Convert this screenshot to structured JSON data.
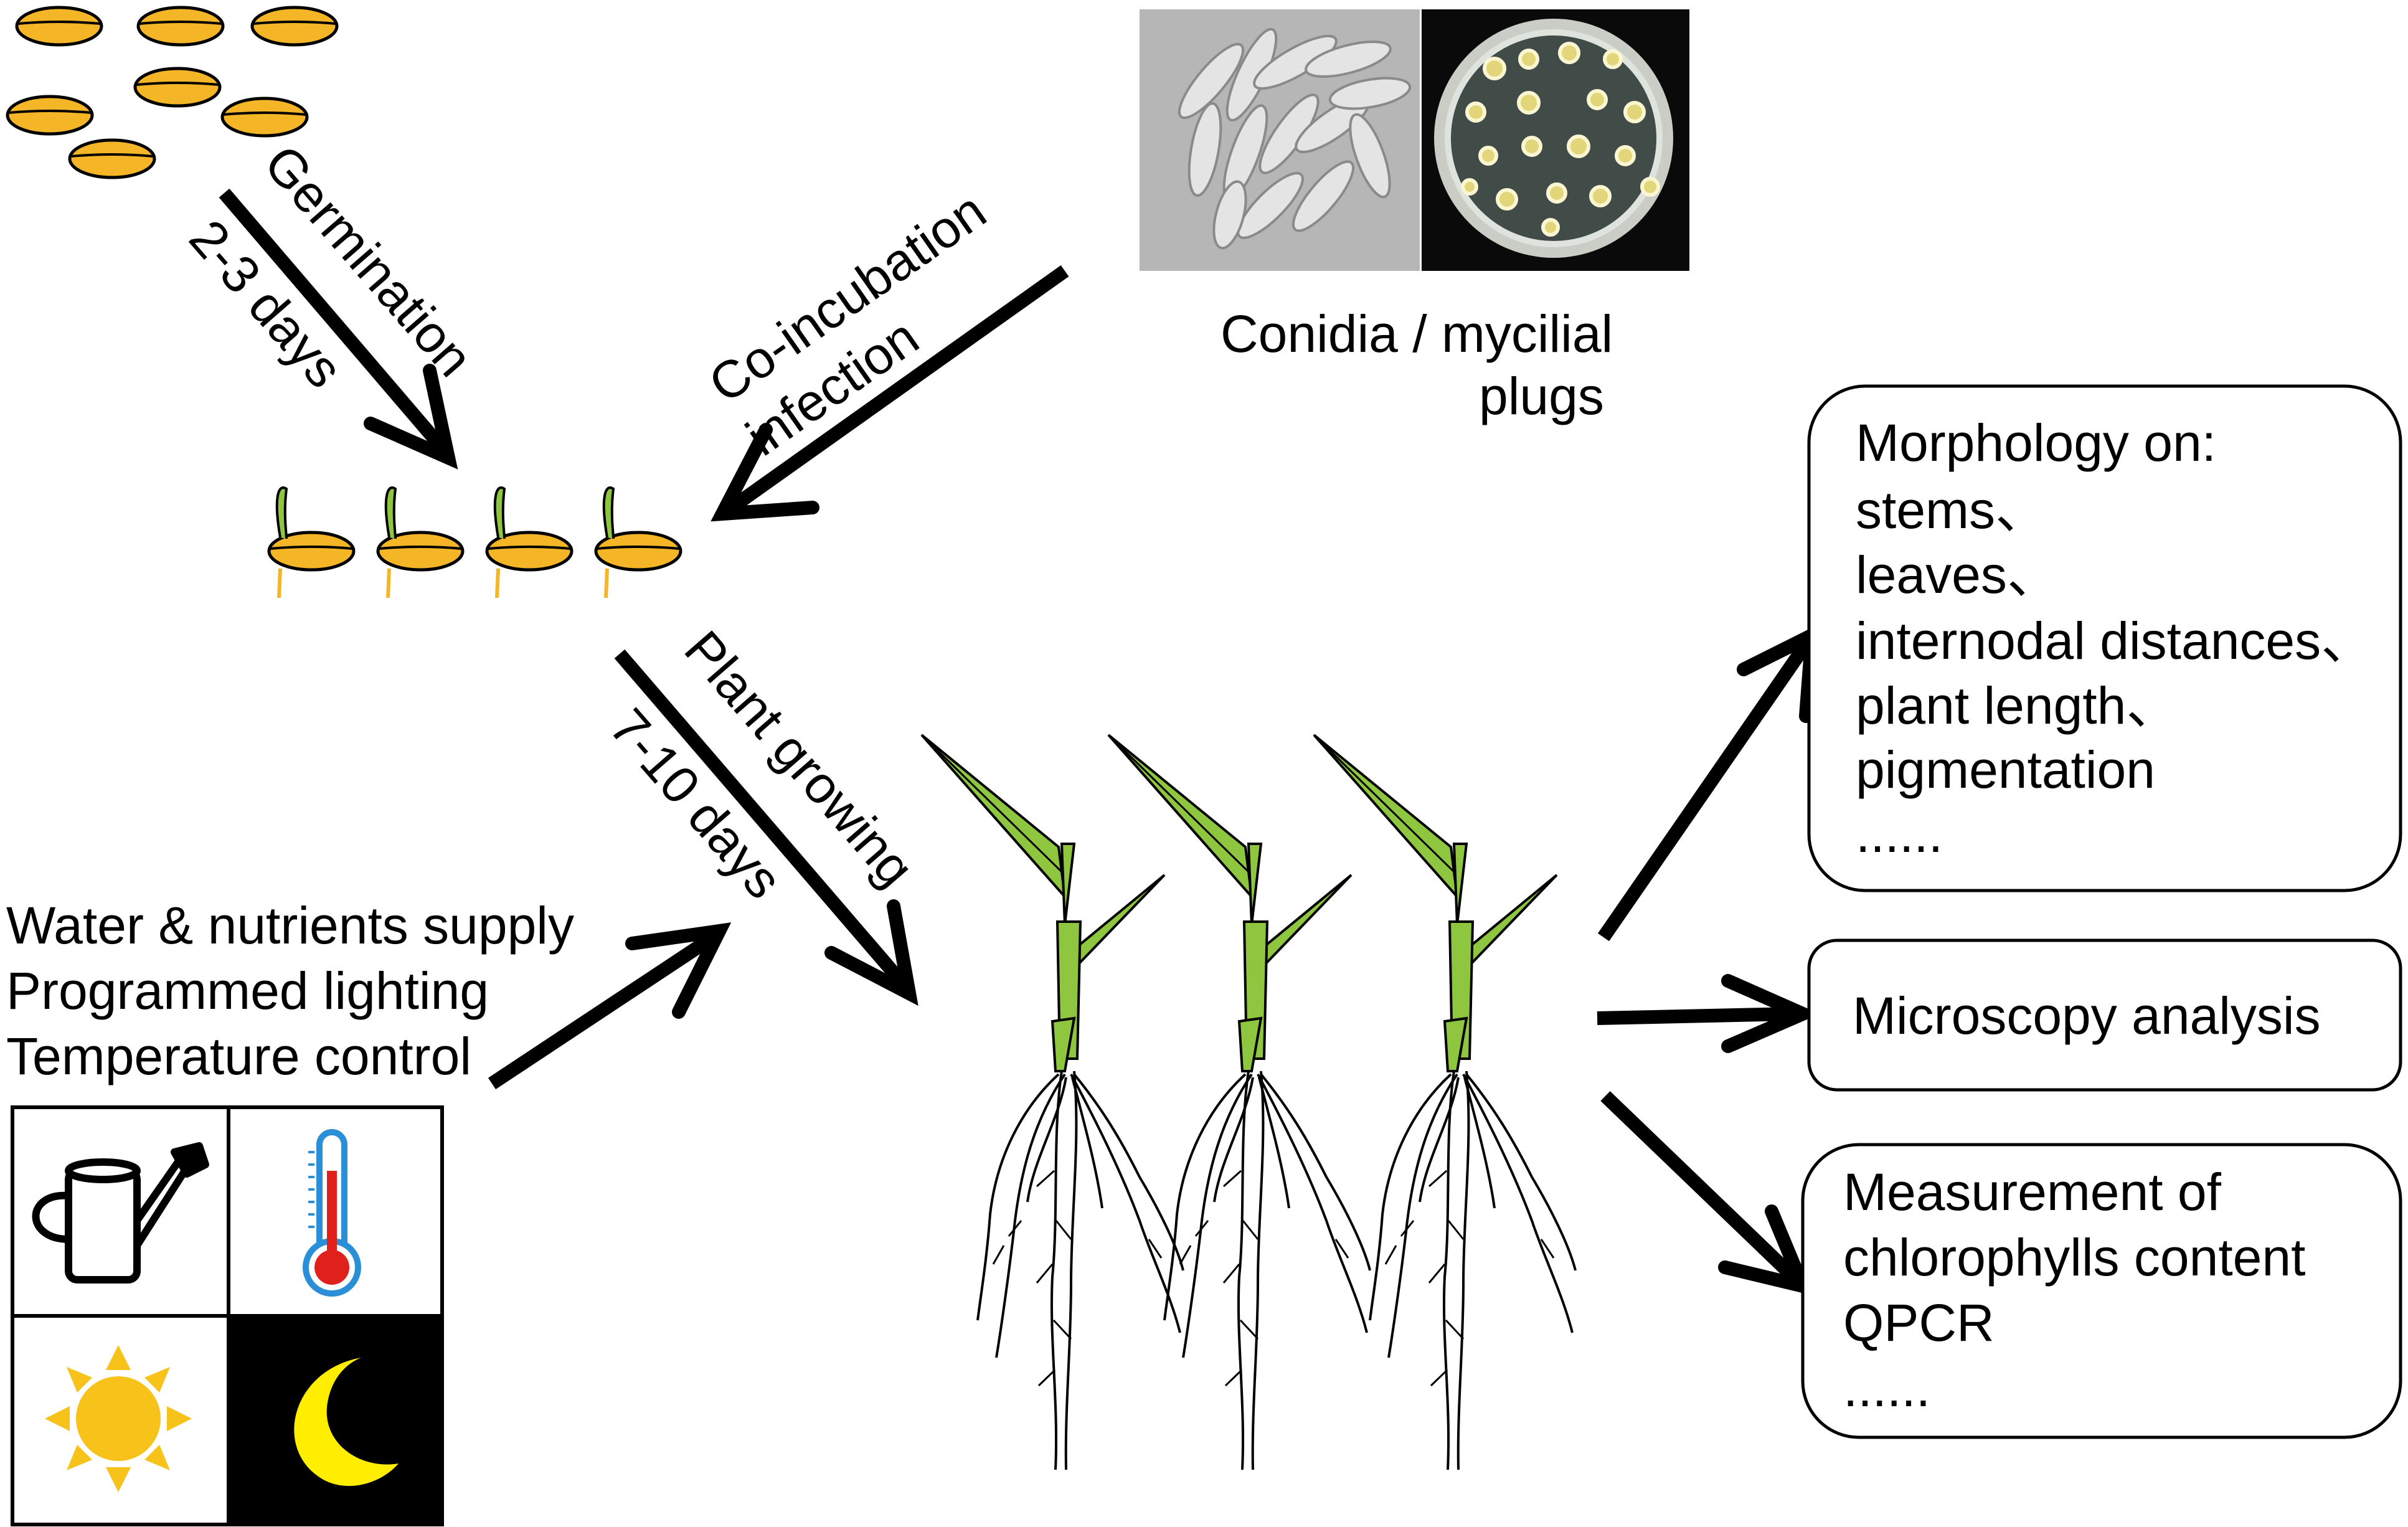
{
  "labels": {
    "germination": "Germination",
    "germination_days": "2-3 days",
    "coincubation_line1": "Co-incubation",
    "coincubation_line2": "infection",
    "conidia_line1": "Conidia / mycilial",
    "conidia_line2": "plugs",
    "plant_growing": "Plant growing",
    "plant_days": "7-10 days",
    "conditions": [
      "Water & nutrients supply",
      "Programmed lighting",
      "Temperature control"
    ]
  },
  "boxes": {
    "morphology": [
      "Morphology on:",
      "stems、",
      "leaves、",
      "internodal distances、",
      "plant length、",
      "pigmentation",
      "......"
    ],
    "microscopy": [
      "Microscopy analysis"
    ],
    "measurement": [
      "Measurement of",
      "chlorophylls content",
      "QPCR",
      "......"
    ]
  },
  "icons": {
    "watering": "watering-can-icon",
    "thermometer": "thermometer-icon",
    "sun": "sun-icon",
    "moon": "moon-icon"
  },
  "colors": {
    "seed": "#f4b526",
    "leaf": "#8ec63f",
    "thermometer_red": "#e0201b",
    "thermometer_blue": "#2a8fd6",
    "sun": "#f7c21a",
    "moon": "#ffee00",
    "night": "#000000"
  }
}
